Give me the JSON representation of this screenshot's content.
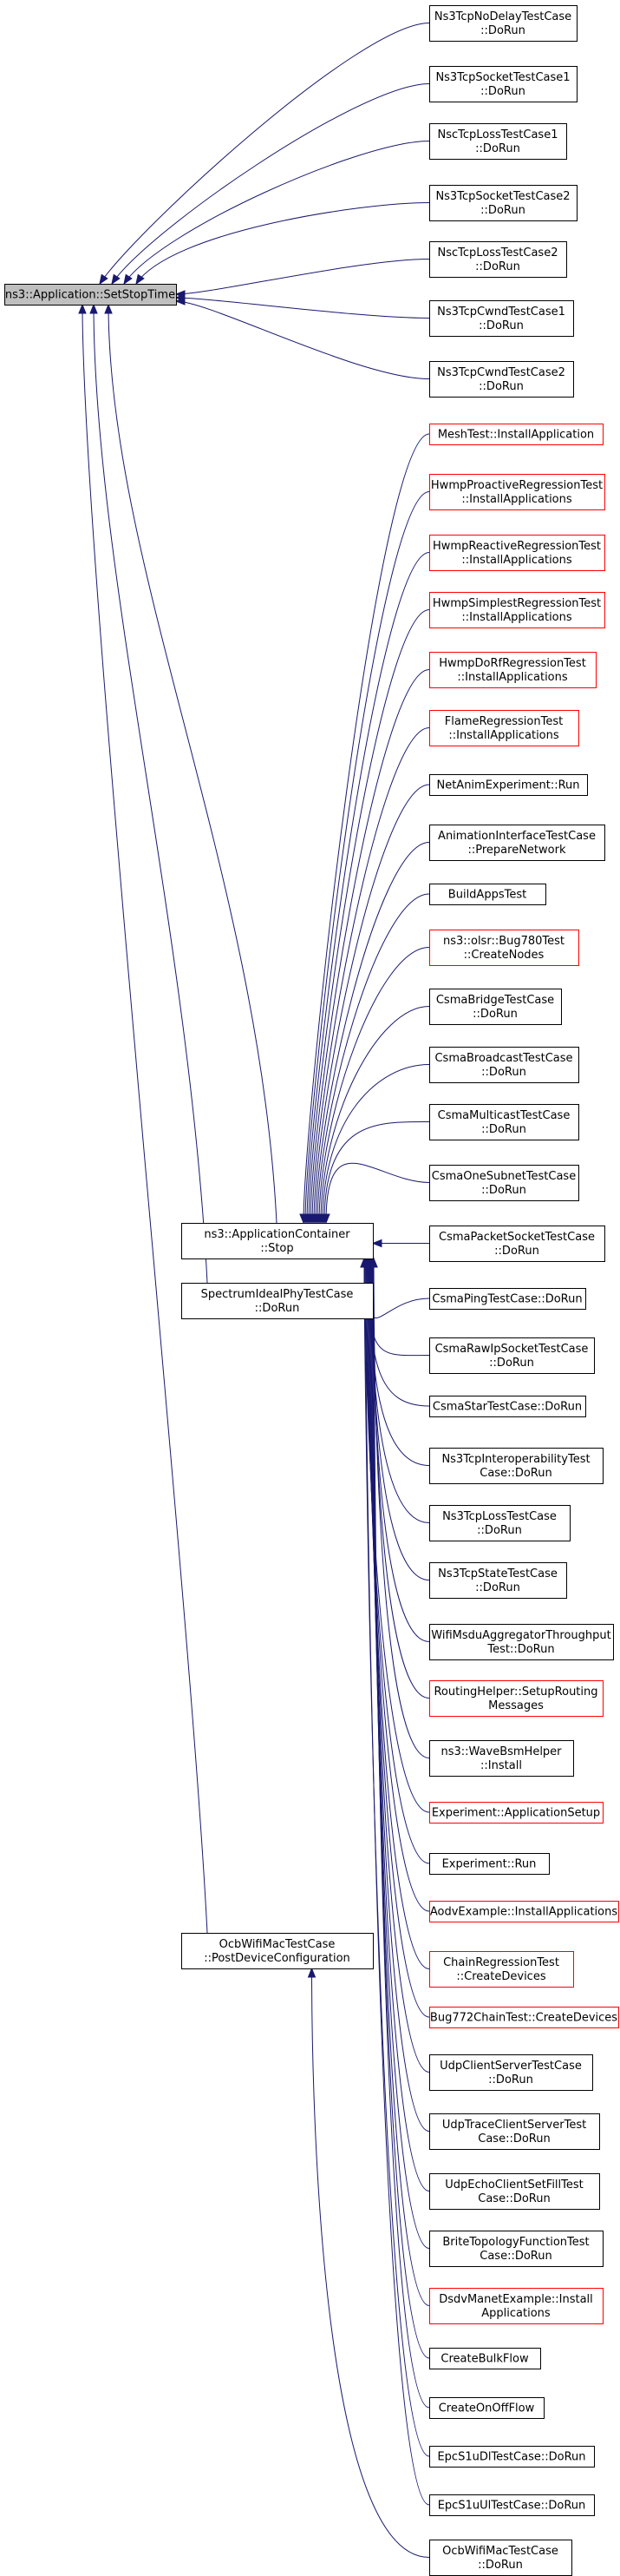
{
  "graph": {
    "nodes": [
      {
        "id": "root",
        "label": [
          "ns3::Application::SetStopTime"
        ],
        "style": "root",
        "clickable": true
      },
      {
        "id": "ns3tcpnodelay",
        "label": [
          "Ns3TcpNoDelayTestCase",
          "::DoRun"
        ],
        "style": "normal",
        "clickable": true
      },
      {
        "id": "ns3tcpsocket1",
        "label": [
          "Ns3TcpSocketTestCase1",
          "::DoRun"
        ],
        "style": "normal",
        "clickable": true
      },
      {
        "id": "nsctcploss1",
        "label": [
          "NscTcpLossTestCase1",
          "::DoRun"
        ],
        "style": "normal",
        "clickable": true
      },
      {
        "id": "ns3tcpsocket2",
        "label": [
          "Ns3TcpSocketTestCase2",
          "::DoRun"
        ],
        "style": "normal",
        "clickable": true
      },
      {
        "id": "nsctcploss2",
        "label": [
          "NscTcpLossTestCase2",
          "::DoRun"
        ],
        "style": "normal",
        "clickable": true
      },
      {
        "id": "ns3tcpcwnd1",
        "label": [
          "Ns3TcpCwndTestCase1",
          "::DoRun"
        ],
        "style": "normal",
        "clickable": true
      },
      {
        "id": "ns3tcpcwnd2",
        "label": [
          "Ns3TcpCwndTestCase2",
          "::DoRun"
        ],
        "style": "normal",
        "clickable": true
      },
      {
        "id": "meshtest",
        "label": [
          "MeshTest::InstallApplication"
        ],
        "style": "red",
        "clickable": true
      },
      {
        "id": "hwmpproactive",
        "label": [
          "HwmpProactiveRegressionTest",
          "::InstallApplications"
        ],
        "style": "red",
        "clickable": true
      },
      {
        "id": "hwmpreactive",
        "label": [
          "HwmpReactiveRegressionTest",
          "::InstallApplications"
        ],
        "style": "red",
        "clickable": true
      },
      {
        "id": "hwmpsimplest",
        "label": [
          "HwmpSimplestRegressionTest",
          "::InstallApplications"
        ],
        "style": "red",
        "clickable": true
      },
      {
        "id": "hwmpdorf",
        "label": [
          "HwmpDoRfRegressionTest",
          "::InstallApplications"
        ],
        "style": "red",
        "clickable": true
      },
      {
        "id": "flame",
        "label": [
          "FlameRegressionTest",
          "::InstallApplications"
        ],
        "style": "red",
        "clickable": true
      },
      {
        "id": "netanim",
        "label": [
          "NetAnimExperiment::Run"
        ],
        "style": "normal",
        "clickable": true
      },
      {
        "id": "animinterface",
        "label": [
          "AnimationInterfaceTestCase",
          "::PrepareNetwork"
        ],
        "style": "normal",
        "clickable": true
      },
      {
        "id": "buildapps",
        "label": [
          "BuildAppsTest"
        ],
        "style": "normal",
        "clickable": true
      },
      {
        "id": "olsrbug780",
        "label": [
          "ns3::olsr::Bug780Test",
          "::CreateNodes"
        ],
        "style": "red",
        "clickable": true
      },
      {
        "id": "csmabridge",
        "label": [
          "CsmaBridgeTestCase",
          "::DoRun"
        ],
        "style": "normal",
        "clickable": true
      },
      {
        "id": "csmabroadcast",
        "label": [
          "CsmaBroadcastTestCase",
          "::DoRun"
        ],
        "style": "normal",
        "clickable": true
      },
      {
        "id": "csmamulticast",
        "label": [
          "CsmaMulticastTestCase",
          "::DoRun"
        ],
        "style": "normal",
        "clickable": true
      },
      {
        "id": "csmaonesubnet",
        "label": [
          "CsmaOneSubnetTestCase",
          "::DoRun"
        ],
        "style": "normal",
        "clickable": true
      },
      {
        "id": "csmapacketsocket",
        "label": [
          "CsmaPacketSocketTestCase",
          "::DoRun"
        ],
        "style": "normal",
        "clickable": true
      },
      {
        "id": "csmaping",
        "label": [
          "CsmaPingTestCase::DoRun"
        ],
        "style": "normal",
        "clickable": true
      },
      {
        "id": "csmarawip",
        "label": [
          "CsmaRawIpSocketTestCase",
          "::DoRun"
        ],
        "style": "normal",
        "clickable": true
      },
      {
        "id": "csmastar",
        "label": [
          "CsmaStarTestCase::DoRun"
        ],
        "style": "normal",
        "clickable": true
      },
      {
        "id": "ns3tcpinterop",
        "label": [
          "Ns3TcpInteroperabilityTest",
          "Case::DoRun"
        ],
        "style": "normal",
        "clickable": true
      },
      {
        "id": "ns3tcploss",
        "label": [
          "Ns3TcpLossTestCase",
          "::DoRun"
        ],
        "style": "normal",
        "clickable": true
      },
      {
        "id": "ns3tcpstate",
        "label": [
          "Ns3TcpStateTestCase",
          "::DoRun"
        ],
        "style": "normal",
        "clickable": true
      },
      {
        "id": "wifimsdu",
        "label": [
          "WifiMsduAggregatorThroughput",
          "Test::DoRun"
        ],
        "style": "normal",
        "clickable": true
      },
      {
        "id": "routinghelper",
        "label": [
          "RoutingHelper::SetupRouting",
          "Messages"
        ],
        "style": "red",
        "clickable": true
      },
      {
        "id": "wavebsm",
        "label": [
          "ns3::WaveBsmHelper",
          "::Install"
        ],
        "style": "normal",
        "clickable": true
      },
      {
        "id": "expappsetup",
        "label": [
          "Experiment::ApplicationSetup"
        ],
        "style": "red",
        "clickable": true
      },
      {
        "id": "exprun",
        "label": [
          "Experiment::Run"
        ],
        "style": "normal",
        "clickable": true
      },
      {
        "id": "aodvexample",
        "label": [
          "AodvExample::InstallApplications"
        ],
        "style": "red",
        "clickable": true
      },
      {
        "id": "chainregression",
        "label": [
          "ChainRegressionTest",
          "::CreateDevices"
        ],
        "style": "red",
        "clickable": true
      },
      {
        "id": "bug772",
        "label": [
          "Bug772ChainTest::CreateDevices"
        ],
        "style": "red",
        "clickable": true
      },
      {
        "id": "udpclientserver",
        "label": [
          "UdpClientServerTestCase",
          "::DoRun"
        ],
        "style": "normal",
        "clickable": true
      },
      {
        "id": "udptrace",
        "label": [
          "UdpTraceClientServerTest",
          "Case::DoRun"
        ],
        "style": "normal",
        "clickable": true
      },
      {
        "id": "udpecho",
        "label": [
          "UdpEchoClientSetFillTest",
          "Case::DoRun"
        ],
        "style": "normal",
        "clickable": true
      },
      {
        "id": "britetopology",
        "label": [
          "BriteTopologyFunctionTest",
          "Case::DoRun"
        ],
        "style": "normal",
        "clickable": true
      },
      {
        "id": "dsdvmanet",
        "label": [
          "DsdvManetExample::Install",
          "Applications"
        ],
        "style": "red",
        "clickable": true
      },
      {
        "id": "createbulkflow",
        "label": [
          "CreateBulkFlow"
        ],
        "style": "normal",
        "clickable": true
      },
      {
        "id": "createonoffflow",
        "label": [
          "CreateOnOffFlow"
        ],
        "style": "normal",
        "clickable": true
      },
      {
        "id": "epcs1udl",
        "label": [
          "EpcS1uDlTestCase::DoRun"
        ],
        "style": "normal",
        "clickable": true
      },
      {
        "id": "epcs1uul",
        "label": [
          "EpcS1uUlTestCase::DoRun"
        ],
        "style": "normal",
        "clickable": true
      },
      {
        "id": "ocbwifidorun",
        "label": [
          "OcbWifiMacTestCase",
          "::DoRun"
        ],
        "style": "normal",
        "clickable": true
      },
      {
        "id": "appcontainerstop",
        "label": [
          "ns3::ApplicationContainer",
          "::Stop"
        ],
        "style": "normal",
        "clickable": true
      },
      {
        "id": "spectrumideal",
        "label": [
          "SpectrumIdealPhyTestCase",
          "::DoRun"
        ],
        "style": "normal",
        "clickable": true
      },
      {
        "id": "ocbwifipost",
        "label": [
          "OcbWifiMacTestCase",
          "::PostDeviceConfiguration"
        ],
        "style": "normal",
        "clickable": true
      }
    ]
  }
}
